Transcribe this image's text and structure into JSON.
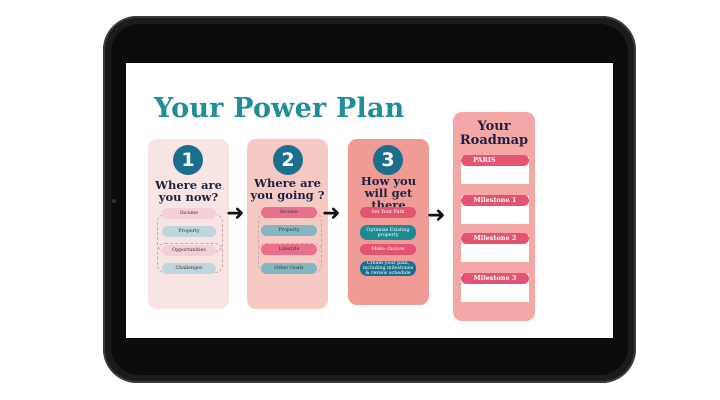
{
  "title": "Your Power Plan",
  "cards": [
    {
      "number": "1",
      "heading": [
        "Where are",
        "you now?"
      ],
      "pills": [
        "Income",
        "Property",
        "Opportunities",
        "Challenges"
      ]
    },
    {
      "number": "2",
      "heading": [
        "Where are",
        "you going ?"
      ],
      "pills": [
        "Income",
        "Property",
        "Lifestyle",
        "Other Goals"
      ]
    },
    {
      "number": "3",
      "heading": [
        "How you",
        "will get there"
      ],
      "pills": [
        "Set Your Path",
        "Optimise Existing property",
        "Make choices",
        "Create your plan, including milestones & review schedule"
      ]
    }
  ],
  "roadmap": {
    "title": [
      "Your",
      "Roadmap"
    ],
    "labels": [
      "PARIS",
      "Milestone 1",
      "Milestone 2",
      "Milestone 3"
    ]
  },
  "colors": {
    "title": "#1f8e99",
    "number_circle": "#1b6f8c",
    "milestone_label": "#e2546f"
  },
  "icons": [
    "right-arrow-icon"
  ]
}
